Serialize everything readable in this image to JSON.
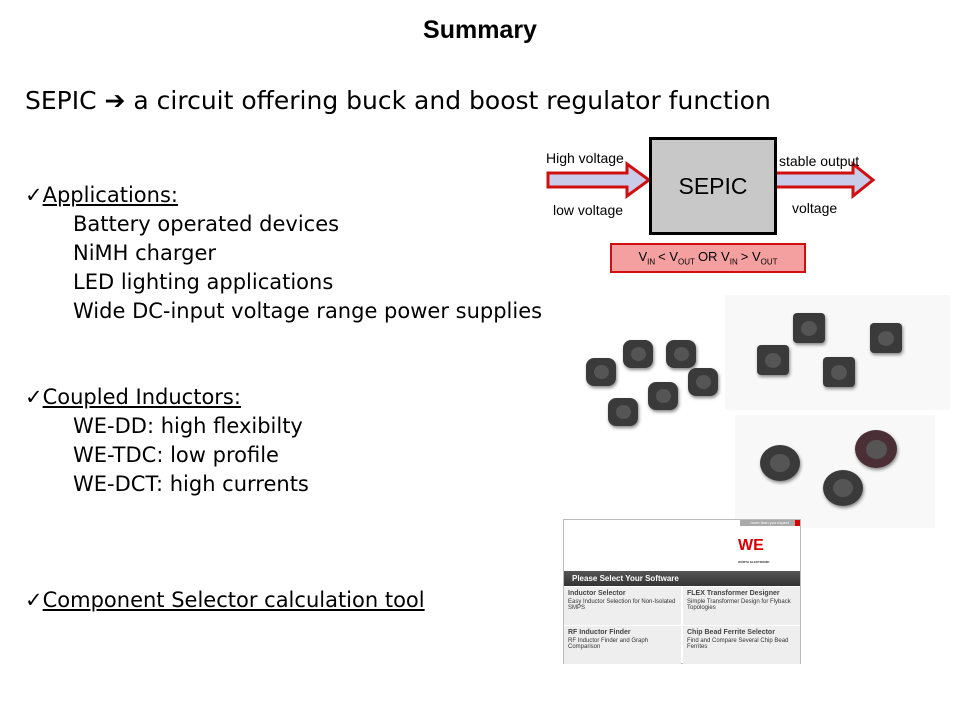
{
  "title": "Summary",
  "subtitle": "SEPIC ➔ a circuit offering buck and boost regulator function",
  "check": "✓",
  "sections": [
    {
      "heading": "Applications:",
      "items": [
        "Battery operated devices",
        "NiMH charger",
        "LED lighting applications",
        "Wide DC-input voltage range power supplies"
      ]
    },
    {
      "heading": "Coupled Inductors:",
      "items": [
        "WE-DD: high flexibilty",
        "WE-TDC: low profile",
        "WE-DCT: high currents"
      ]
    },
    {
      "heading": "Component Selector calculation tool",
      "items": []
    }
  ],
  "diagram": {
    "block": "SEPIC",
    "in_top": "High voltage",
    "in_bottom": "low voltage",
    "out_top": "stable output",
    "out_bottom": "voltage",
    "condition": {
      "v": "V",
      "in": "IN",
      "lt": "< V",
      "out": "OUT",
      "or": "OR V",
      "gt": "> V"
    },
    "arrow_fill": "#c8cce8",
    "arrow_stroke": "#d01010"
  },
  "software": {
    "tagline": "more than you expect",
    "logo": "WÜRTH ELEKTRONIK",
    "banner": "Please Select Your Software",
    "tools": [
      {
        "name": "Inductor Selector",
        "desc": "Easy Inductor Selection for Non-Isolated SMPS"
      },
      {
        "name": "FLEX Transformer Designer",
        "desc": "Simple Transformer Design for Flyback Topologies"
      },
      {
        "name": "RF Inductor Finder",
        "desc": "RF Inductor Finder and Graph Comparison"
      },
      {
        "name": "Chip Bead Ferrite Selector",
        "desc": "Find and Compare Several Chip Bead Ferrites"
      }
    ]
  }
}
